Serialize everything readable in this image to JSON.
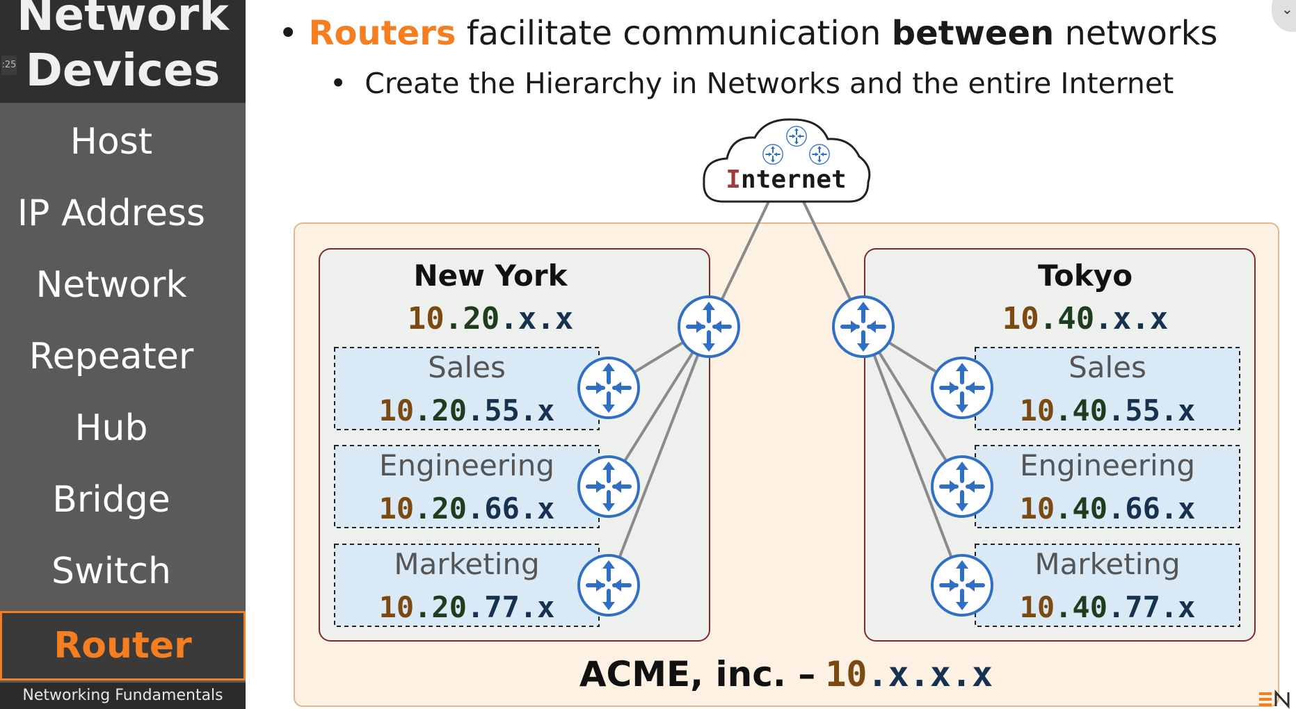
{
  "sidebar": {
    "title_line1": "Network",
    "title_line2": "Devices",
    "timestamp": ":25",
    "items": [
      {
        "label": "Host"
      },
      {
        "label": "IP Address"
      },
      {
        "label": "Network"
      },
      {
        "label": "Repeater"
      },
      {
        "label": "Hub"
      },
      {
        "label": "Bridge"
      },
      {
        "label": "Switch"
      },
      {
        "label": "Router",
        "active": true
      }
    ],
    "footer": "Networking Fundamentals"
  },
  "slide": {
    "bullet1": {
      "highlight": "Routers",
      "part1": " facilitate communication ",
      "bold": "between",
      "part2": " networks"
    },
    "bullet2": "Create the Hierarchy in Networks and the entire Internet",
    "internet": {
      "first_letter": "I",
      "rest": "nternet"
    },
    "company": {
      "name": "ACME, inc. –",
      "network_first": "10",
      "network_rest": ".x.x.x"
    },
    "sites": [
      {
        "name": "New York",
        "net_first": "10",
        "net_mid": ".20",
        "net_rest": ".x.x",
        "subnets": [
          {
            "name": "Sales",
            "ip_first": "10",
            "ip_mid": ".20",
            "ip_rest": ".55.x"
          },
          {
            "name": "Engineering",
            "ip_first": "10",
            "ip_mid": ".20",
            "ip_rest": ".66.x"
          },
          {
            "name": "Marketing",
            "ip_first": "10",
            "ip_mid": ".20",
            "ip_rest": ".77.x"
          }
        ]
      },
      {
        "name": "Tokyo",
        "net_first": "10",
        "net_mid": ".40",
        "net_rest": ".x.x",
        "subnets": [
          {
            "name": "Sales",
            "ip_first": "10",
            "ip_mid": ".40",
            "ip_rest": ".55.x"
          },
          {
            "name": "Engineering",
            "ip_first": "10",
            "ip_mid": ".40",
            "ip_rest": ".66.x"
          },
          {
            "name": "Marketing",
            "ip_first": "10",
            "ip_mid": ".40",
            "ip_rest": ".77.x"
          }
        ]
      }
    ],
    "icons": {
      "router": "router-icon",
      "cloud": "cloud-icon",
      "scroll": "chevron-down-icon",
      "logo": "watermark-logo"
    },
    "colors": {
      "accent": "#f57e20",
      "octet1": "#7a4a12",
      "octet2": "#1e3d1e",
      "octet3": "#16324f",
      "router_blue": "#2f6fc4",
      "org_fill": "#fdf1e3",
      "site_fill": "#eef0ee",
      "subnet_fill": "#d9e9f6"
    }
  }
}
